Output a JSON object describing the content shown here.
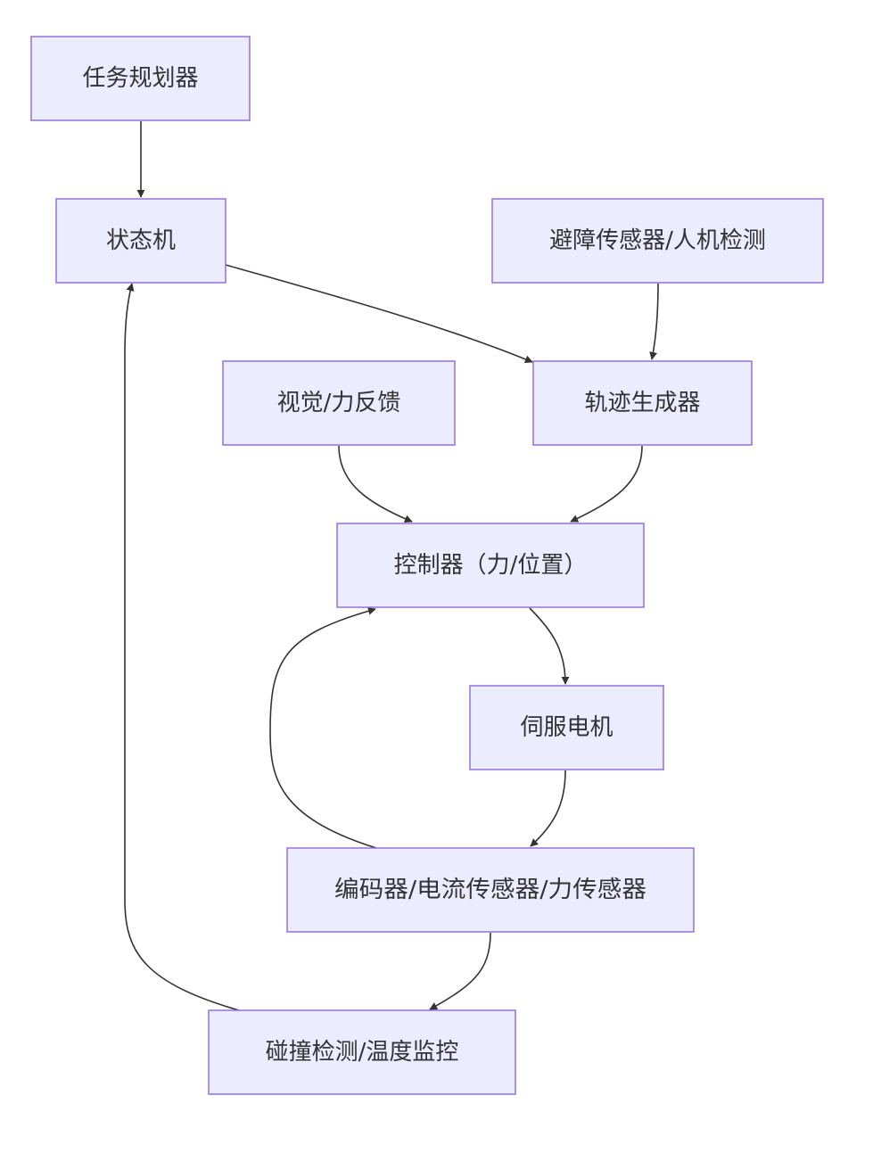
{
  "diagram": {
    "type": "flowchart",
    "colors": {
      "node_fill": "#ececff",
      "node_border": "#9370db",
      "text": "#333333",
      "edge": "#333333",
      "background": "#ffffff"
    },
    "nodes": {
      "planner": {
        "label": "任务规划器"
      },
      "state_machine": {
        "label": "状态机"
      },
      "obstacle_sensor": {
        "label": "避障传感器/人机检测"
      },
      "vision_force": {
        "label": "视觉/力反馈"
      },
      "trajectory": {
        "label": "轨迹生成器"
      },
      "controller": {
        "label": "控制器（力/位置）"
      },
      "servo": {
        "label": "伺服电机"
      },
      "sensors": {
        "label": "编码器/电流传感器/力传感器"
      },
      "monitor": {
        "label": "碰撞检测/温度监控"
      }
    },
    "edges": [
      {
        "from": "planner",
        "to": "state_machine"
      },
      {
        "from": "state_machine",
        "to": "trajectory"
      },
      {
        "from": "obstacle_sensor",
        "to": "trajectory"
      },
      {
        "from": "vision_force",
        "to": "controller"
      },
      {
        "from": "trajectory",
        "to": "controller"
      },
      {
        "from": "controller",
        "to": "servo"
      },
      {
        "from": "servo",
        "to": "sensors"
      },
      {
        "from": "sensors",
        "to": "controller"
      },
      {
        "from": "sensors",
        "to": "monitor"
      },
      {
        "from": "monitor",
        "to": "state_machine"
      }
    ]
  }
}
